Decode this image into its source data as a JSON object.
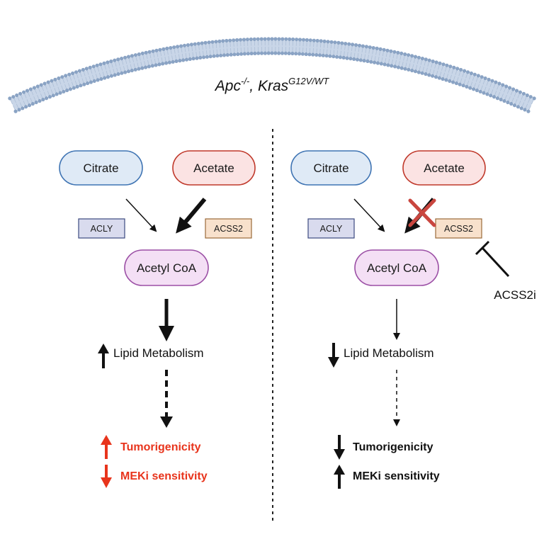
{
  "membrane": {
    "genotype_a": "Apc",
    "genotype_a_sup": "-/-",
    "separator": ", ",
    "genotype_b": "Kras",
    "genotype_b_sup": "G12V/WT"
  },
  "left": {
    "citrate": "Citrate",
    "acetate": "Acetate",
    "acly": "ACLY",
    "acss2": "ACSS2",
    "acetyl_coa": "Acetyl CoA",
    "lipid": "Lipid Metabolism",
    "outcome1": "Tumorigenicity",
    "outcome2": "MEKi sensitivity"
  },
  "right": {
    "citrate": "Citrate",
    "acetate": "Acetate",
    "acly": "ACLY",
    "acss2": "ACSS2",
    "acetyl_coa": "Acetyl CoA",
    "inhibitor": "ACSS2i",
    "lipid": "Lipid Metabolism",
    "outcome1": "Tumorigenicity",
    "outcome2": "MEKi sensitivity"
  },
  "colors": {
    "citrate_fill": "#dfeaf6",
    "citrate_stroke": "#3f74b3",
    "acetate_fill": "#fbe3e3",
    "acetate_stroke": "#c0392b",
    "acetylcoa_fill": "#f4dff5",
    "acetylcoa_stroke": "#9b4fa5",
    "acly_fill": "#d9dbee",
    "acly_stroke": "#3c4a80",
    "acss2_fill": "#f8e1cc",
    "acss2_stroke": "#9a6a3a",
    "highlight": "#e8341c",
    "membrane": "#8aa3c4",
    "block_x": "#c9463f"
  }
}
